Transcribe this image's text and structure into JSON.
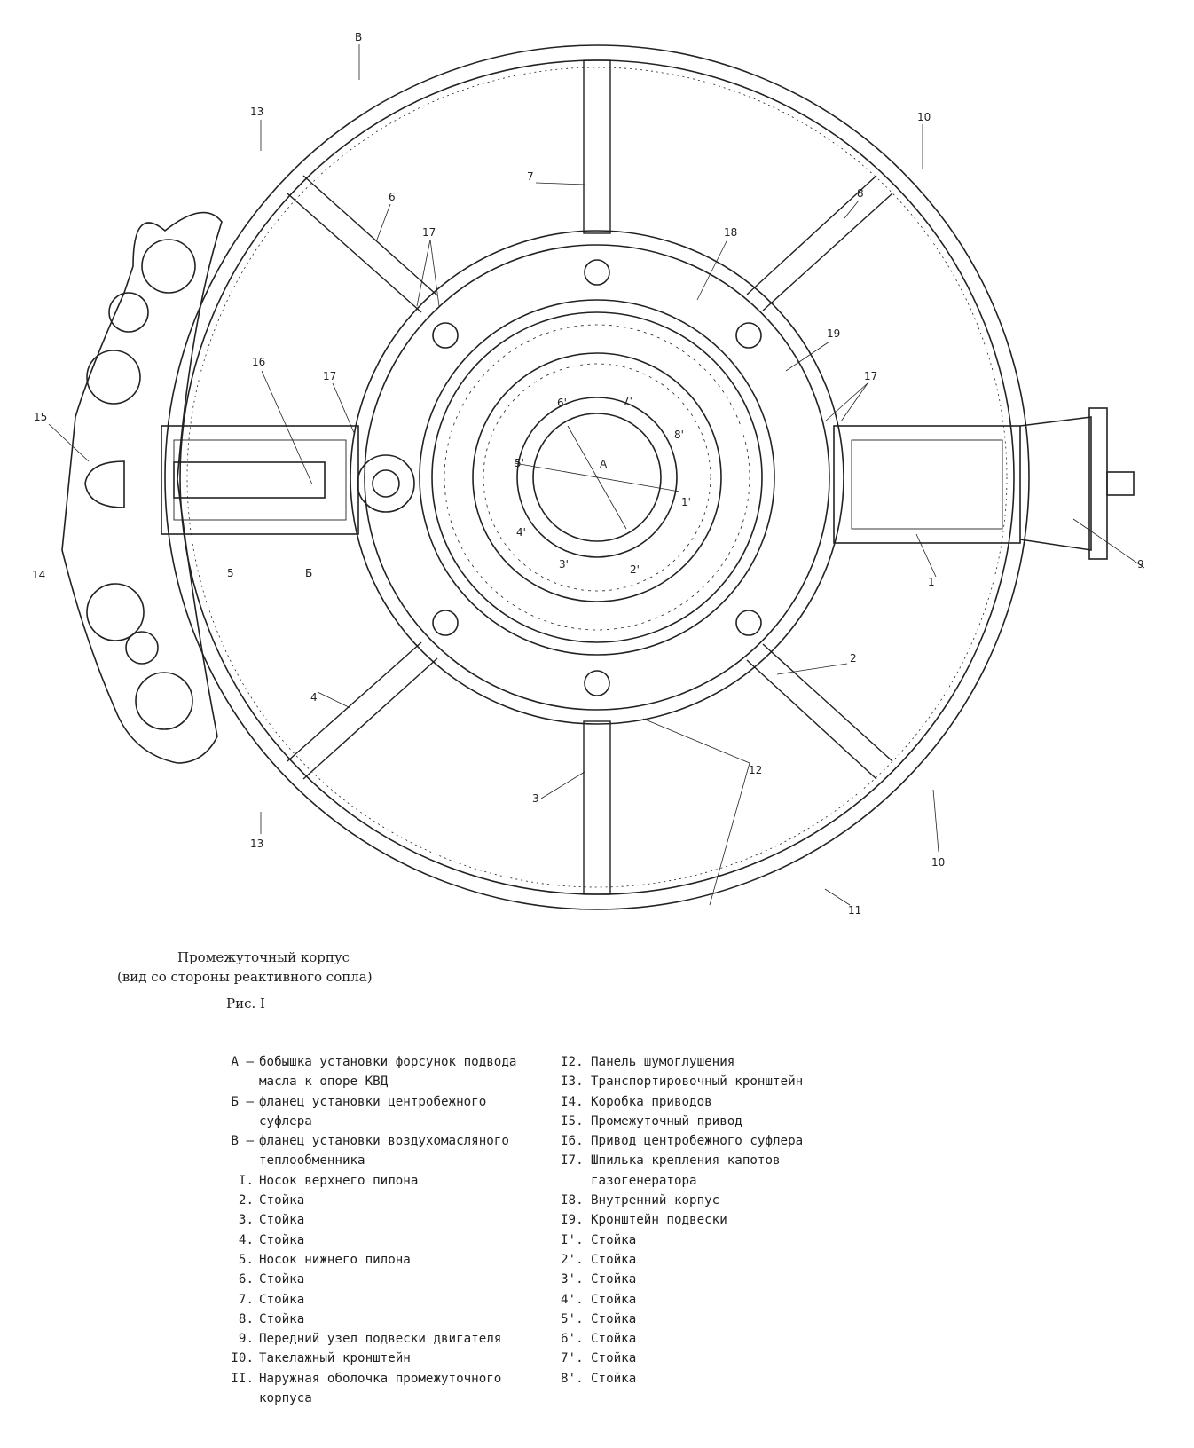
{
  "caption": {
    "title": "Промежуточный корпус",
    "subtitle": "(вид со стороны реактивного сопла)",
    "figure": "Рис. I"
  },
  "drawing_labels": [
    "В",
    "13",
    "13",
    "10",
    "10",
    "7",
    "6",
    "8",
    "18",
    "17",
    "17",
    "17",
    "19",
    "16",
    "15",
    "14",
    "5",
    "Б",
    "1",
    "9",
    "2",
    "3",
    "4",
    "12",
    "11",
    "А",
    "1'",
    "2'",
    "3'",
    "4'",
    "5'",
    "6'",
    "7'",
    "8'"
  ],
  "legend_left": [
    {
      "key": "А –",
      "text": "бобышка установки форсунок подвода масла к опоре КВД"
    },
    {
      "key": "Б –",
      "text": "фланец установки центробежного суфлера"
    },
    {
      "key": "В –",
      "text": "фланец установки воздухомасляного теплообменника"
    },
    {
      "key": "I.",
      "text": "Носок верхнего пилона"
    },
    {
      "key": "2.",
      "text": "Стойка"
    },
    {
      "key": "3.",
      "text": "Стойка"
    },
    {
      "key": "4.",
      "text": "Стойка"
    },
    {
      "key": "5.",
      "text": "Носок нижнего пилона"
    },
    {
      "key": "6.",
      "text": "Стойка"
    },
    {
      "key": "7.",
      "text": "Стойка"
    },
    {
      "key": "8.",
      "text": "Стойка"
    },
    {
      "key": "9.",
      "text": "Передний узел подвески двигателя"
    },
    {
      "key": "I0.",
      "text": "Такелажный кронштейн"
    },
    {
      "key": "II.",
      "text": "Наружная оболочка промежуточного корпуса"
    }
  ],
  "legend_right": [
    {
      "key": "I2.",
      "text": "Панель шумоглушения"
    },
    {
      "key": "I3.",
      "text": "Транспортировочный кронштейн"
    },
    {
      "key": "I4.",
      "text": "Коробка приводов"
    },
    {
      "key": "I5.",
      "text": "Промежуточный привод"
    },
    {
      "key": "I6.",
      "text": "Привод центробежного суфлера"
    },
    {
      "key": "I7.",
      "text": "Шпилька крепления капотов газогенератора"
    },
    {
      "key": "I8.",
      "text": "Внутренний корпус"
    },
    {
      "key": "I9.",
      "text": "Кронштейн подвески"
    },
    {
      "key": "I'.",
      "text": "Стойка"
    },
    {
      "key": "2'.",
      "text": "Стойка"
    },
    {
      "key": "3'.",
      "text": "Стойка"
    },
    {
      "key": "4'.",
      "text": "Стойка"
    },
    {
      "key": "5'.",
      "text": "Стойка"
    },
    {
      "key": "6'.",
      "text": "Стойка"
    },
    {
      "key": "7'.",
      "text": "Стойка"
    },
    {
      "key": "8'.",
      "text": "Стойка"
    }
  ]
}
